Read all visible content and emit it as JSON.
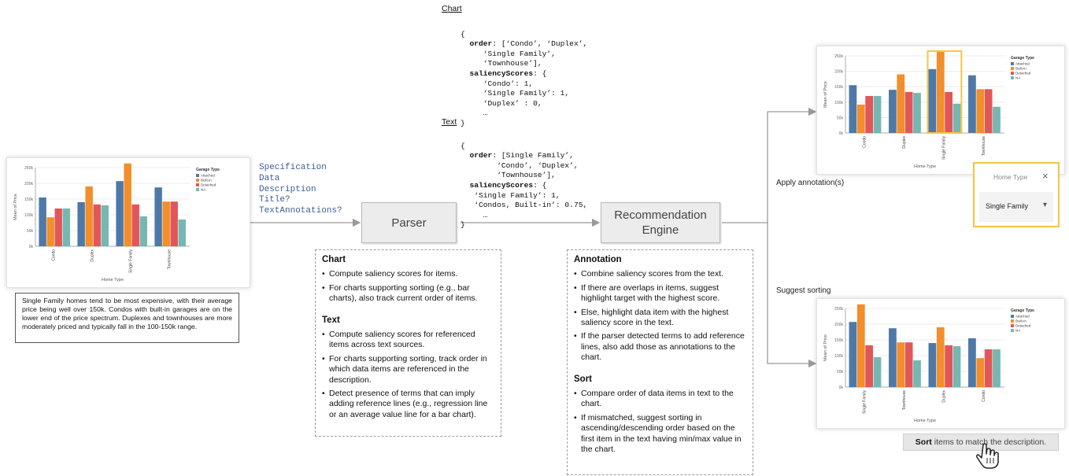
{
  "chart_colors": {
    "attached": "#4e79a7",
    "builtin": "#f28e2b",
    "detached": "#e15759",
    "na": "#76b7b2"
  },
  "chart_data": [
    {
      "type": "bar",
      "categories": [
        "Condo",
        "Duplex",
        "Single Family",
        "Townhouse"
      ],
      "series": [
        {
          "name": "Attached",
          "values": [
            155,
            140,
            207,
            187
          ]
        },
        {
          "name": "Built-in",
          "values": [
            92,
            190,
            263,
            142
          ]
        },
        {
          "name": "Detached",
          "values": [
            120,
            133,
            133,
            142
          ]
        },
        {
          "name": "NA",
          "values": [
            120,
            130,
            95,
            85
          ]
        }
      ],
      "xlabel": "Home Type",
      "ylabel": "Mean of Price",
      "ylim": [
        0,
        250
      ],
      "yticks": [
        "0k",
        "50k",
        "100k",
        "150k",
        "200k",
        "250k"
      ],
      "legend_title": "Garage Type",
      "legend_position": "top-right",
      "grid": true
    },
    {
      "type": "bar",
      "categories": [
        "Condo",
        "Duplex",
        "Single Family",
        "Townhouse"
      ],
      "series": [
        {
          "name": "Attached",
          "values": [
            155,
            140,
            207,
            187
          ]
        },
        {
          "name": "Built-in",
          "values": [
            92,
            190,
            263,
            142
          ]
        },
        {
          "name": "Detached",
          "values": [
            120,
            133,
            133,
            142
          ]
        },
        {
          "name": "NA",
          "values": [
            120,
            130,
            95,
            85
          ]
        }
      ],
      "highlight": "Single Family",
      "xlabel": "Home Type",
      "ylabel": "Mean of Price",
      "ylim": [
        0,
        250
      ],
      "yticks": [
        "0k",
        "50k",
        "100k",
        "150k",
        "200k",
        "250k"
      ],
      "legend_title": "Garage Type",
      "legend_position": "top-right",
      "grid": true
    },
    {
      "type": "bar",
      "categories": [
        "Single Family",
        "Townhouse",
        "Duplex",
        "Condo"
      ],
      "series": [
        {
          "name": "Attached",
          "values": [
            207,
            187,
            140,
            155
          ]
        },
        {
          "name": "Built-in",
          "values": [
            263,
            142,
            190,
            92
          ]
        },
        {
          "name": "Detached",
          "values": [
            133,
            142,
            133,
            120
          ]
        },
        {
          "name": "NA",
          "values": [
            95,
            85,
            130,
            120
          ]
        }
      ],
      "xlabel": "Home Type",
      "ylabel": "Mean of Price",
      "ylim": [
        0,
        250
      ],
      "yticks": [
        "0k",
        "50k",
        "100k",
        "150k",
        "200k",
        "250k"
      ],
      "legend_title": "Garage Type",
      "legend_position": "top-right",
      "grid": true
    }
  ],
  "description_text": "Single Family homes tend to be most expensive, with their average price being well over 150k. Condos with built-in garages are on the lower end of the price spectrum. Duplexes and townhouses are more moderately priced and typically fall in the 100-150k range.",
  "spec_list": [
    "Specification",
    "Data",
    "Description",
    "Title?",
    "TextAnnotations?"
  ],
  "parser_label": "Parser",
  "engine_label_1": "Recommendation",
  "engine_label_2": "Engine",
  "chart_code_title": "Chart",
  "text_code_title": "Text",
  "parser_box": {
    "chart_heading": "Chart",
    "chart_items": [
      "Compute saliency scores for items.",
      "For charts supporting sorting (e.g., bar charts), also track current order of items."
    ],
    "text_heading": "Text",
    "text_items": [
      "Compute saliency scores for referenced items across text sources.",
      "For charts supporting sorting, track order in which data items are referenced in the description.",
      "Detect presence of terms that can imply adding reference lines (e.g., regression line or an average value line for a bar chart)."
    ]
  },
  "engine_box": {
    "annotation_heading": "Annotation",
    "annotation_items": [
      "Combine saliency scores from the text.",
      "If there are overlaps in items, suggest highlight target with the highest score.",
      "Else, highlight data item with the highest saliency score in the text.",
      "If the parser detected terms to add reference lines, also add those as annotations to the chart."
    ],
    "sort_heading": "Sort",
    "sort_items": [
      "Compare order of data items in text to the chart.",
      "If mismatched, suggest sorting in ascending/descending order based on the first item in the text having min/max value in the chart."
    ]
  },
  "apply_annotation_label": "Apply annotation(s)",
  "suggest_sorting_label": "Suggest sorting",
  "dropdown": {
    "label": "Home Type",
    "value": "Single Family",
    "close": "×",
    "arrow": "▾"
  },
  "sort_button": {
    "bold": "Sort",
    "rest": "items to match the description."
  },
  "code_chart": {
    "open": "{",
    "k_order": "order",
    "v_order_1": ": [‘Condo’, ‘Duplex’,",
    "v_order_2": "‘Single Family’,",
    "v_order_3": "‘Townhouse’],",
    "k_sal": "saliencyScores",
    "v_sal": ": {",
    "s1": "‘Condo’: 1,",
    "s2": "‘Single Family’: 1,",
    "s3": "‘Duplex’ : 0,",
    "s4": "…",
    "close": "}"
  },
  "code_text": {
    "open": "{",
    "k_order": "order",
    "v_order_1": ": [Single Family’,",
    "v_order_2": "‘Condo’, ‘Duplex’,",
    "v_order_3": "‘Townhouse’],",
    "k_sal": "saliencyScores",
    "v_sal": ": {",
    "s1": "‘Single Family’: 1,",
    "s2": "‘Condos, Built-in’: 0.75,",
    "s3": "…",
    "close": "}"
  }
}
